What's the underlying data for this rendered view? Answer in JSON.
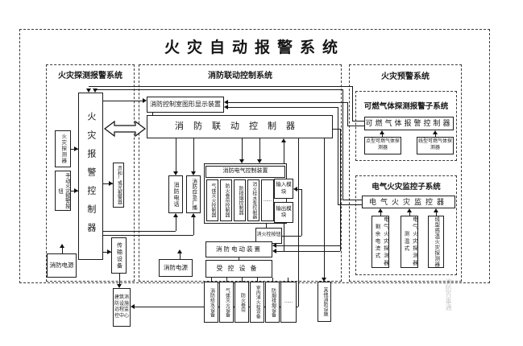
{
  "title": "火灾自动报警系统",
  "sections": {
    "detection": {
      "header": "火灾探测报警系统",
      "controller": "火灾报警控制器",
      "detector": "火灾探测器",
      "manual_button": "手动火灾报警按钮",
      "sounder": "声和/或光报警器",
      "power": "消防电源",
      "transmission": "传输设备",
      "remote_center": "建筑消防设施远程监控中心"
    },
    "linkage": {
      "header": "消防联动控制系统",
      "graphic_display": "消防控制室图形显示装置",
      "controller": "消防联动控制器",
      "phone": "消防电话",
      "broadcast": "消防应急广播",
      "electric_ctrl": "消防电气控制装置",
      "sub_controllers": [
        "气体灭火控制器",
        "防火卷帘控制器",
        "防排烟控制器",
        "消火栓水泵控制器",
        "......"
      ],
      "hydrant_button": "消火栓按钮",
      "input_module": "输入模块",
      "output_module": "输出模块",
      "electric_device": "消防电动装置",
      "controlled_equipment": "受控设备",
      "equipment": [
        "消防给水设备",
        "气体灭火设备",
        "防火卷帘",
        "室内消火栓设备",
        "防烟排烟设备",
        "......"
      ],
      "other_facilities": "其他消防设施",
      "power": "消防电源"
    },
    "warning": {
      "header": "火灾预警系统",
      "gas_subsystem": "可燃气体探测报警子系统",
      "gas_controller": "可燃气体报警控制器",
      "gas_detectors": [
        "点型可燃气体探测器",
        "线型可燃气体探测器"
      ],
      "electrical_subsystem": "电气火灾监控子系统",
      "electrical_monitor": "电气火灾监控器",
      "electrical_detectors": [
        "电气火灾探测器剩余电流式",
        "电气火灾探测器测温式",
        "线型感温火灾探测器"
      ]
    }
  },
  "watermark": "消防百事通"
}
